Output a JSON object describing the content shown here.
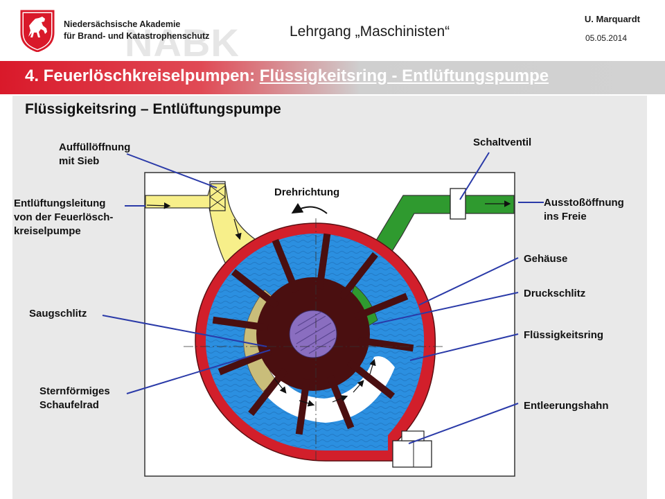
{
  "header": {
    "academy_line1": "Niedersächsische Akademie",
    "academy_line2": "für Brand- und Katastrophenschutz",
    "watermark": "NABK",
    "course": "Lehrgang „Maschinisten“",
    "author": "U. Marquardt",
    "date": "05.05.2014"
  },
  "title": {
    "prefix": "4. Feuerlöschkreiselpumpen: ",
    "underlined": "Flüssigkeitsring - Entlüftungspumpe"
  },
  "diagram": {
    "heading": "Flüssigkeitsring – Entlüftungspumpe",
    "rotation_label": "Drehrichtung",
    "labels": {
      "fill_opening_1": "Auffüllöffnung",
      "fill_opening_2": "mit Sieb",
      "vent_line_1": "Entlüftungsleitung",
      "vent_line_2": "von der Feuerlösch-",
      "vent_line_3": "kreiselpumpe",
      "suction_slot": "Saugschlitz",
      "impeller_1": "Sternförmiges",
      "impeller_2": "Schaufelrad",
      "switch_valve": "Schaltventil",
      "outlet_1": "Ausstoßöffnung",
      "outlet_2": "ins Freie",
      "housing": "Gehäuse",
      "pressure_slot": "Druckschlitz",
      "liquid_ring": "Flüssigkeitsring",
      "drain_tap": "Entleerungshahn"
    },
    "colors": {
      "brand_red": "#d9192a",
      "housing_red": "#d21f2b",
      "liquid_blue": "#2b8fe0",
      "impeller_dark": "#4a0f10",
      "hub_purple": "#8a6ec0",
      "suction_yellow": "#f7ef8a",
      "pressure_green": "#2f9a2f",
      "leader_line": "#2a3aa8"
    }
  }
}
